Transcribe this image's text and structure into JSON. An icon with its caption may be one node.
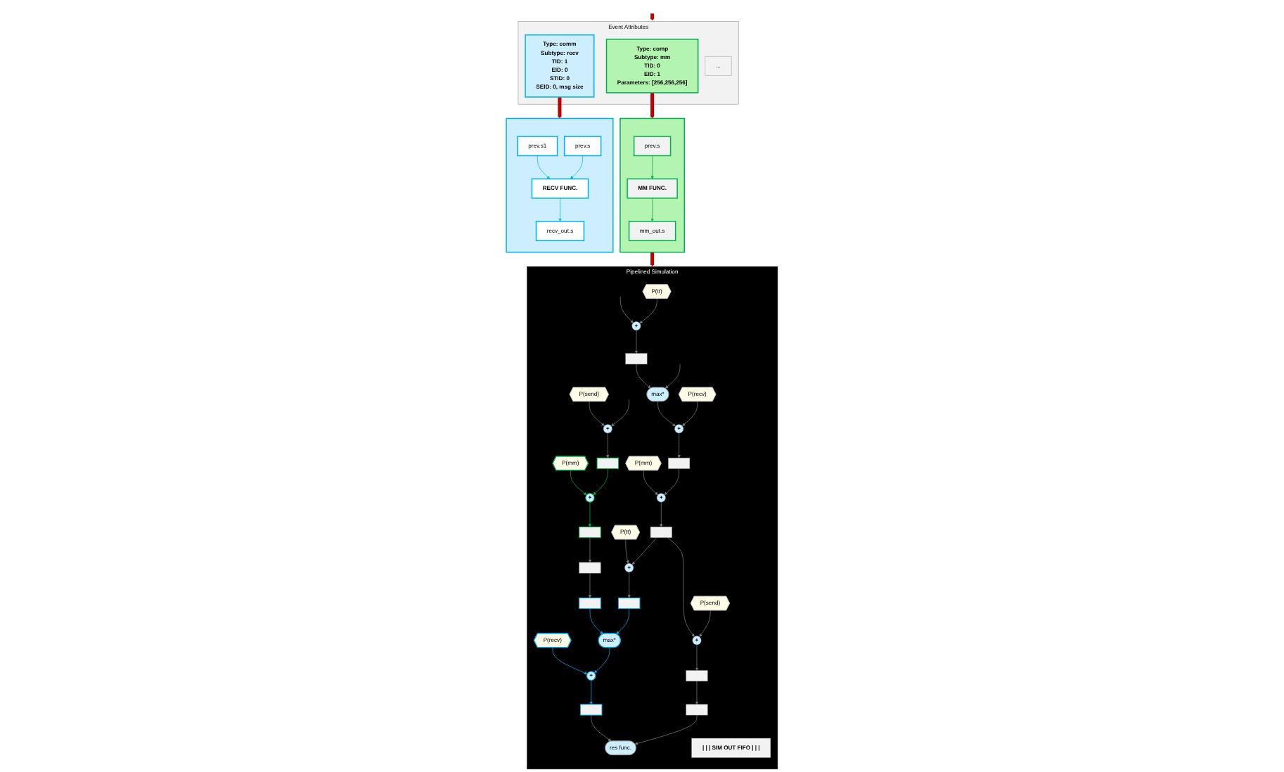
{
  "diagram": {
    "nodes": [
      {
        "text": [
          "Event Attributes"
        ]
      },
      {
        "text": [
          "Type: comp",
          "Subtype: mm",
          "TID: 0",
          "EID: 1",
          "Parameters: [256,256,256]"
        ],
        "in": 0
      },
      {
        "text": [
          "Type: comm",
          "Subtype: recv",
          "TID: 1",
          "EID: 0",
          "STID: 0",
          "SEID: 0, msg size"
        ],
        "in": 0
      },
      {
        "text": [
          "..."
        ],
        "in": 0
      },
      {
        "text": [],
        "shape": "box"
      },
      {
        "text": [
          "prev.s"
        ],
        "in": 4
      },
      {
        "text": [
          "MM FUNC."
        ],
        "in": 4
      },
      {
        "text": [
          "mm_out.s"
        ],
        "in": 4
      },
      {
        "text": [],
        "shape": "box"
      },
      {
        "text": [
          "prev.s1"
        ],
        "in": 8
      },
      {
        "text": [
          "prev.s"
        ],
        "in": 8
      },
      {
        "text": [
          "RECV FUNC."
        ],
        "in": 8
      },
      {
        "text": [
          "recv_out.s"
        ],
        "in": 8
      },
      {
        "text": [
          "Pipelined Simulation"
        ]
      },
      {
        "text": [
          "P(send)"
        ],
        "in": 13
      },
      {
        "text": [
          "P(tt)"
        ],
        "in": 13
      },
      {
        "text": [
          "+"
        ],
        "in": 13
      },
      {
        "text": [
          "+"
        ],
        "in": 13
      },
      {
        "text": [
          "P(mm)"
        ],
        "in": 13
      },
      {
        "text": [],
        "shape": "box",
        "in": 13
      },
      {
        "text": [],
        "shape": "box",
        "in": 13
      },
      {
        "text": [
          "max*"
        ],
        "in": 13
      },
      {
        "text": [
          "P(recv)"
        ],
        "in": 13
      },
      {
        "text": [
          "+"
        ],
        "in": 13
      },
      {
        "text": [
          "+"
        ],
        "in": 13
      },
      {
        "text": [],
        "shape": "box",
        "in": 13
      },
      {
        "text": [
          "P(mm)"
        ],
        "in": 13
      },
      {
        "text": [],
        "shape": "box",
        "in": 13
      },
      {
        "text": [
          "+"
        ],
        "in": 13
      },
      {
        "text": [],
        "shape": "box",
        "in": 13
      },
      {
        "text": [
          "P(tt)"
        ],
        "in": 13
      },
      {
        "text": [],
        "shape": "box",
        "in": 13
      },
      {
        "text": [
          "P(send)"
        ],
        "in": 13
      },
      {
        "text": [
          "+"
        ],
        "in": 13
      },
      {
        "text": [
          "+"
        ],
        "in": 13
      },
      {
        "text": [],
        "shape": "box",
        "in": 13
      },
      {
        "text": [],
        "shape": "box",
        "in": 13
      },
      {
        "text": [],
        "shape": "box",
        "in": 13
      },
      {
        "text": [
          "P(recv)"
        ],
        "in": 13
      },
      {
        "text": [
          "max*"
        ],
        "in": 13
      },
      {
        "text": [
          "+"
        ],
        "in": 13
      },
      {
        "text": [],
        "shape": "box",
        "in": 13
      },
      {
        "text": [],
        "shape": "box",
        "in": 13
      },
      {
        "text": [
          "res func."
        ],
        "in": 13
      },
      {
        "text": [
          "| | | SIM OUT FIFO | | |"
        ],
        "in": 13
      }
    ],
    "edges": [
      {
        "from": null,
        "to": 0,
        "arrow": "to",
        "style": "thick",
        "color": "#c00000"
      },
      {
        "from": 1,
        "to": 4,
        "arrow": "to",
        "style": "thick",
        "color": "#c00000"
      },
      {
        "from": 2,
        "to": 8,
        "arrow": "to",
        "style": "thick",
        "color": "#c00000"
      },
      {
        "from": 5,
        "to": 6,
        "arrow": "to",
        "color": "#00b050"
      },
      {
        "from": 6,
        "to": 7,
        "arrow": "to",
        "color": "#00b050"
      },
      {
        "from": 9,
        "to": 11,
        "arrow": "to",
        "color": "#00b0f0"
      },
      {
        "from": 10,
        "to": 11,
        "arrow": "to",
        "color": "#00b0f0"
      },
      {
        "from": 11,
        "to": 12,
        "arrow": "to",
        "color": "#00b0f0"
      },
      {
        "from": 4,
        "to": 13,
        "arrow": "to",
        "style": "thick",
        "color": "#c00000"
      },
      {
        "from": 14,
        "to": 16,
        "arrow": "to"
      },
      {
        "from": null,
        "to": 16,
        "arrow": "to"
      },
      {
        "from": null,
        "to": 17,
        "arrow": "to"
      },
      {
        "from": 15,
        "to": 17,
        "arrow": "to"
      },
      {
        "from": 16,
        "to": 19,
        "arrow": "to"
      },
      {
        "from": 17,
        "to": 20,
        "arrow": "to"
      },
      {
        "from": 20,
        "to": 21,
        "arrow": "to"
      },
      {
        "from": null,
        "to": 21,
        "arrow": "to"
      },
      {
        "from": 18,
        "to": 23,
        "arrow": "to",
        "color": "#00b050"
      },
      {
        "from": 19,
        "to": 23,
        "arrow": "to",
        "color": "#00b050"
      },
      {
        "from": 23,
        "to": 25,
        "arrow": "to",
        "color": "#00b050"
      },
      {
        "from": 21,
        "to": 24,
        "arrow": "to"
      },
      {
        "from": 22,
        "to": 24,
        "arrow": "to"
      },
      {
        "from": 24,
        "to": 27,
        "arrow": "to"
      },
      {
        "from": 26,
        "to": 28,
        "arrow": "to"
      },
      {
        "from": 27,
        "to": 28,
        "arrow": "to"
      },
      {
        "from": 28,
        "to": 31,
        "arrow": "to"
      },
      {
        "from": 25,
        "to": 29,
        "arrow": "to"
      },
      {
        "from": 29,
        "to": 35,
        "arrow": "to"
      },
      {
        "from": 30,
        "to": 33,
        "arrow": "to"
      },
      {
        "from": 31,
        "to": 33,
        "arrow": "to"
      },
      {
        "from": 31,
        "to": 34,
        "arrow": "to"
      },
      {
        "from": 32,
        "to": 34,
        "arrow": "to"
      },
      {
        "from": 33,
        "to": 36,
        "arrow": "to"
      },
      {
        "from": 34,
        "to": 37,
        "arrow": "to"
      },
      {
        "from": 35,
        "to": 39,
        "arrow": "to",
        "color": "#00b0f0"
      },
      {
        "from": 36,
        "to": 39,
        "arrow": "to",
        "color": "#00b0f0"
      },
      {
        "from": 38,
        "to": 40,
        "arrow": "to",
        "color": "#00b0f0"
      },
      {
        "from": 39,
        "to": 40,
        "arrow": "to",
        "color": "#00b0f0"
      },
      {
        "from": 40,
        "to": 41,
        "arrow": "to",
        "color": "#00b0f0"
      },
      {
        "from": 37,
        "to": 42,
        "arrow": "to"
      },
      {
        "from": 41,
        "to": 43,
        "arrow": "to"
      },
      {
        "from": 42,
        "to": 43,
        "arrow": "to"
      }
    ]
  }
}
